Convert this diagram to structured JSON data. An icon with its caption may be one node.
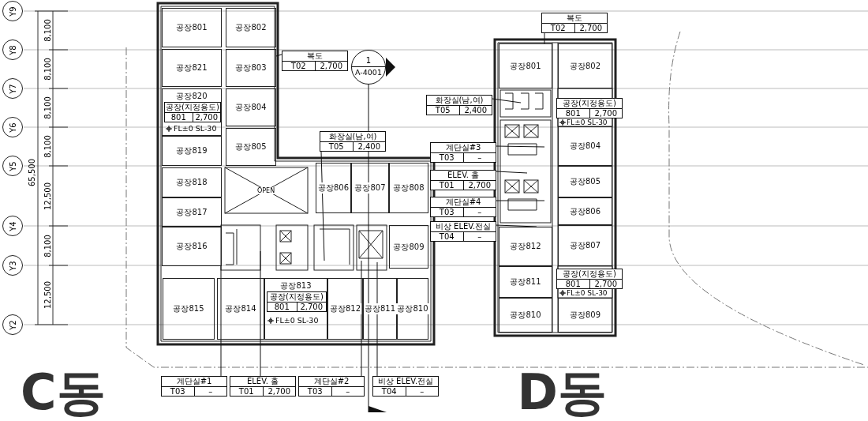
{
  "diagram": {
    "nodes": [
      {
        "text": [
          "Y9"
        ]
      },
      {
        "text": [
          "Y8"
        ]
      },
      {
        "text": [
          "Y7"
        ]
      },
      {
        "text": [
          "Y6"
        ]
      },
      {
        "text": [
          "Y5"
        ]
      },
      {
        "text": [
          "Y4"
        ]
      },
      {
        "text": [
          "Y3"
        ]
      },
      {
        "text": [
          "Y2"
        ]
      },
      {
        "text": [
          "공장801"
        ]
      },
      {
        "text": [
          "공장802"
        ]
      },
      {
        "text": [
          "공장821"
        ]
      },
      {
        "text": [
          "공장803"
        ]
      },
      {
        "text": [
          "공장820"
        ]
      },
      {
        "text": [
          "공장804"
        ]
      },
      {
        "text": [
          "공장819"
        ]
      },
      {
        "text": [
          "공장805"
        ]
      },
      {
        "text": [
          "공장818"
        ]
      },
      {
        "text": [
          "공장817"
        ]
      },
      {
        "text": [
          "공장806"
        ]
      },
      {
        "text": [
          "공장807"
        ]
      },
      {
        "text": [
          "공장808"
        ]
      },
      {
        "text": [
          "공장816"
        ]
      },
      {
        "text": [
          "공장809"
        ]
      },
      {
        "text": [
          "공장815"
        ]
      },
      {
        "text": [
          "공장814"
        ]
      },
      {
        "text": [
          "공장813"
        ]
      },
      {
        "text": [
          "공장812"
        ]
      },
      {
        "text": [
          "공장811"
        ]
      },
      {
        "text": [
          "공장810"
        ]
      },
      {
        "text": [
          "복도",
          "T02",
          "2,700"
        ]
      },
      {
        "text": [
          "공장(지정용도)",
          "801",
          "2,700"
        ],
        "in": 12
      },
      {
        "text": [
          "화장실(남,여)",
          "T05",
          "2,400"
        ]
      },
      {
        "text": [
          "공장(지정용도)",
          "801",
          "2,700"
        ],
        "in": 25
      },
      {
        "text": [
          "계단실#1",
          "T03",
          "–"
        ]
      },
      {
        "text": [
          "ELEV. 홀",
          "T01",
          "2,700"
        ]
      },
      {
        "text": [
          "계단실#2",
          "T03",
          "–"
        ]
      },
      {
        "text": [
          "비상 ELEV.전실",
          "T04",
          "–"
        ]
      },
      {
        "text": [
          "1",
          "A-4001"
        ]
      },
      {
        "text": [
          "공장801"
        ]
      },
      {
        "text": [
          "공장802"
        ]
      },
      {
        "text": [
          "공장804"
        ]
      },
      {
        "text": [
          "공장805"
        ]
      },
      {
        "text": [
          "공장806"
        ]
      },
      {
        "text": [
          "공장812"
        ]
      },
      {
        "text": [
          "공장807"
        ]
      },
      {
        "text": [
          "공장811"
        ]
      },
      {
        "text": [
          "공장810"
        ]
      },
      {
        "text": [
          "공장809"
        ]
      },
      {
        "text": [
          "복도",
          "T02",
          "2,700"
        ]
      },
      {
        "text": [
          "화장실(남,여)",
          "T05",
          "2,400"
        ]
      },
      {
        "text": [
          "공장(지정용도)",
          "801",
          "2,700"
        ]
      },
      {
        "text": [
          "계단실#3",
          "T03",
          "–"
        ]
      },
      {
        "text": [
          "ELEV. 홀",
          "T01",
          "2,700"
        ]
      },
      {
        "text": [
          "계단실#4",
          "T03",
          "–"
        ]
      },
      {
        "text": [
          "비상 ELEV.전실",
          "T04",
          "–"
        ]
      },
      {
        "text": [
          "공장(지정용도)",
          "801",
          "2,700"
        ]
      }
    ],
    "edges": [
      {
        "from": 29,
        "to": 11,
        "arrow": "none"
      },
      {
        "from": 31,
        "to": null,
        "arrow": "none"
      },
      {
        "from": 33,
        "to": 21,
        "arrow": "none"
      },
      {
        "from": 34,
        "to": null,
        "arrow": "none"
      },
      {
        "from": 35,
        "to": null,
        "arrow": "none"
      },
      {
        "from": 36,
        "to": null,
        "arrow": "none"
      },
      {
        "from": 48,
        "to": 38,
        "arrow": "none"
      },
      {
        "from": 49,
        "to": null,
        "arrow": "none"
      },
      {
        "from": 51,
        "to": null,
        "arrow": "none"
      },
      {
        "from": 52,
        "to": null,
        "arrow": "none"
      },
      {
        "from": 53,
        "to": null,
        "arrow": "none"
      },
      {
        "from": 54,
        "to": 43,
        "arrow": "none"
      }
    ],
    "labels": [
      "8,100",
      "8,100",
      "8,100",
      "8,100",
      "65,500",
      "12,500",
      "8,100",
      "12,500",
      "OPEN",
      "FL±0 SL-30",
      "FL±0 SL-30",
      "FL±0 SL-30",
      "FL±0 SL-30",
      "C동",
      "D동"
    ]
  }
}
